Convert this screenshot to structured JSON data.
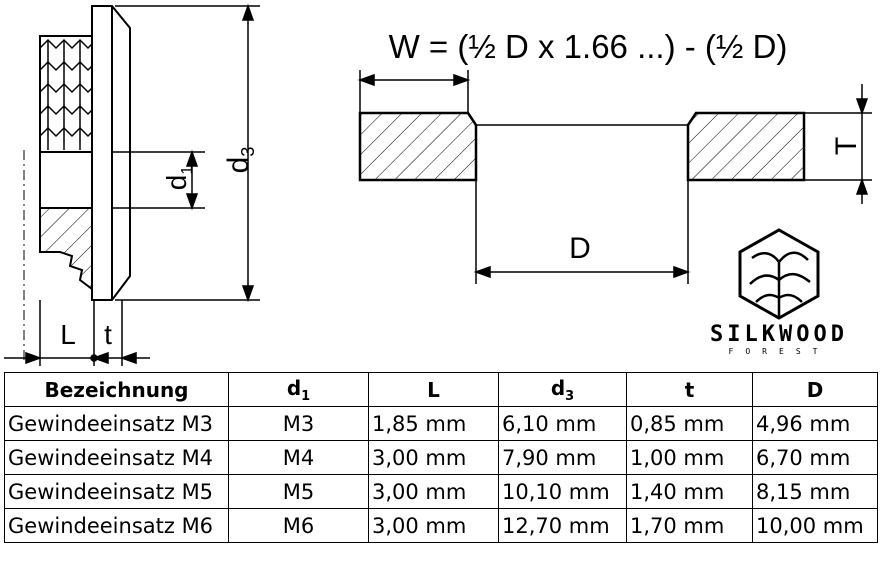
{
  "formula": "W = (½ D x 1.66 ...) - (½ D)",
  "labels": {
    "d3": "d",
    "d3_sub": "3",
    "d1": "d",
    "d1_sub": "1",
    "L": "L",
    "t": "t",
    "D": "D",
    "T": "T"
  },
  "brand": {
    "name": "SILKWOOD",
    "sub": "FOREST"
  },
  "table": {
    "headers": [
      {
        "main": "Bezeichnung",
        "sub": ""
      },
      {
        "main": "d",
        "sub": "1"
      },
      {
        "main": "L",
        "sub": ""
      },
      {
        "main": "d",
        "sub": "3"
      },
      {
        "main": "t",
        "sub": ""
      },
      {
        "main": "D",
        "sub": ""
      }
    ],
    "rows": [
      [
        "Gewindeeinsatz M3",
        "M3",
        "1,85 mm",
        "6,10 mm",
        "0,85 mm",
        "4,96 mm"
      ],
      [
        "Gewindeeinsatz M4",
        "M4",
        "3,00 mm",
        "7,90 mm",
        "1,00 mm",
        "6,70 mm"
      ],
      [
        "Gewindeeinsatz M5",
        "M5",
        "3,00 mm",
        "10,10 mm",
        "1,40 mm",
        "8,15 mm"
      ],
      [
        "Gewindeeinsatz M6",
        "M6",
        "3,00 mm",
        "12,70 mm",
        "1,70 mm",
        "10,00 mm"
      ]
    ]
  }
}
